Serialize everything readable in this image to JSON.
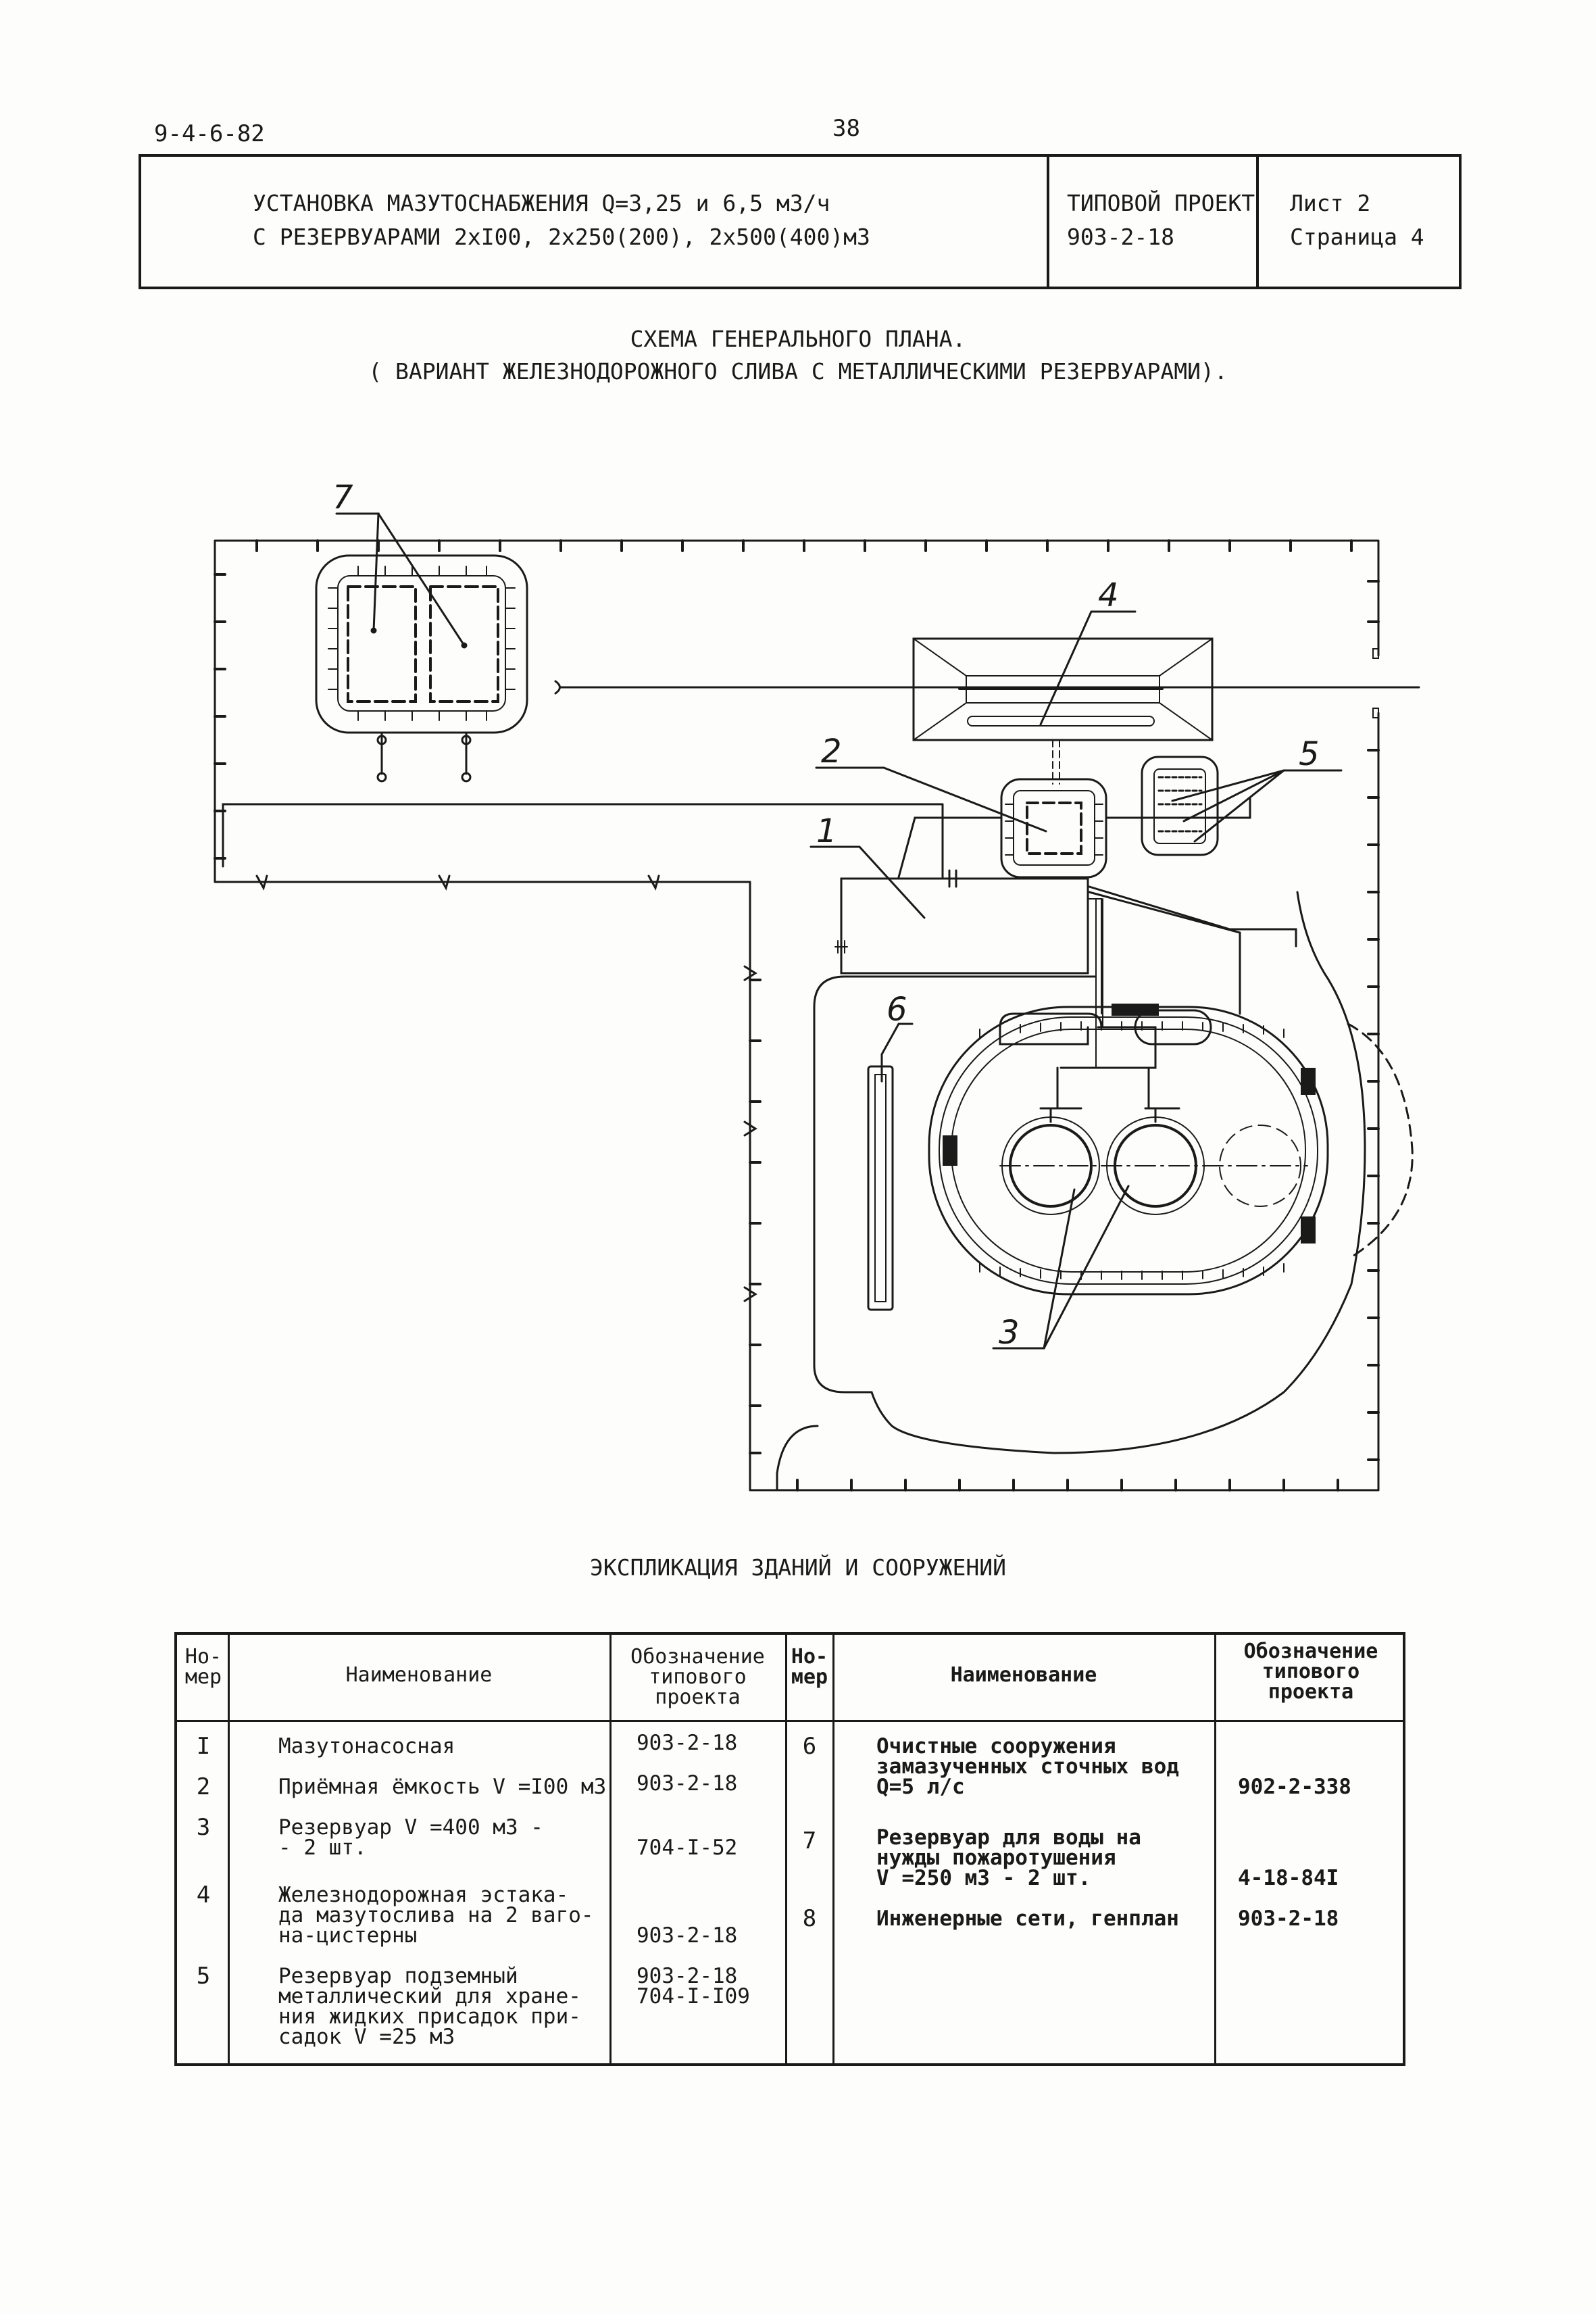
{
  "header": {
    "doc_code": "9-4-6-82",
    "page_number": "38"
  },
  "title_block": {
    "title_line1": "УСТАНОВКА МАЗУТОСНАБЖЕНИЯ Q=3,25 и 6,5 м3/ч",
    "title_line2": "С РЕЗЕРВУАРАМИ 2хI00, 2х250(200), 2х500(400)м3",
    "project_label": "ТИПОВОЙ ПРОЕКТ",
    "project_number": "903-2-18",
    "sheet": "Лист 2",
    "page": "Страница 4"
  },
  "drawing": {
    "title_line1": "СХЕМА ГЕНЕРАЛЬНОГО ПЛАНА.",
    "title_line2": "( ВАРИАНТ ЖЕЛЕЗНОДОРОЖНОГО СЛИВА С МЕТАЛЛИЧЕСКИМИ РЕЗЕРВУАРАМИ).",
    "callouts": [
      "1",
      "2",
      "3",
      "4",
      "5",
      "6",
      "7"
    ]
  },
  "legend": {
    "title": "ЭКСПЛИКАЦИЯ ЗДАНИЙ И СООРУЖЕНИЙ",
    "headers": {
      "number": "Но-\nмер",
      "name": "Наименование",
      "project": "Обозначение\nтипового\nпроекта"
    },
    "left_rows": [
      {
        "number": "I",
        "name": "Мазутонасосная",
        "project": "903-2-18"
      },
      {
        "number": "2",
        "name": "Приёмная ёмкость V =I00 м3",
        "project": "903-2-18"
      },
      {
        "number": "3",
        "name": "Резервуар V =400 м3 -\n- 2 шт.",
        "project": "704-I-52"
      },
      {
        "number": "4",
        "name": "Железнодорожная эстака-\nда мазутослива на 2 ваго-\nна-цистерны",
        "project": "903-2-18"
      },
      {
        "number": "5",
        "name": "Резервуар подземный\nметаллический для хране-\nния жидких присадок при-\nсадок V =25 м3",
        "project": "903-2-18\n704-I-I09"
      }
    ],
    "right_rows": [
      {
        "number": "6",
        "name": "Очистные сооружения\nзамазученных сточных вод\nQ=5 л/с",
        "project": "902-2-338"
      },
      {
        "number": "7",
        "name": "Резервуар для воды на\nнужды пожаротушения\nV =250 м3 - 2 шт.",
        "project": "4-18-84I"
      },
      {
        "number": "8",
        "name": "Инженерные сети, генплан",
        "project": "903-2-18"
      }
    ]
  }
}
